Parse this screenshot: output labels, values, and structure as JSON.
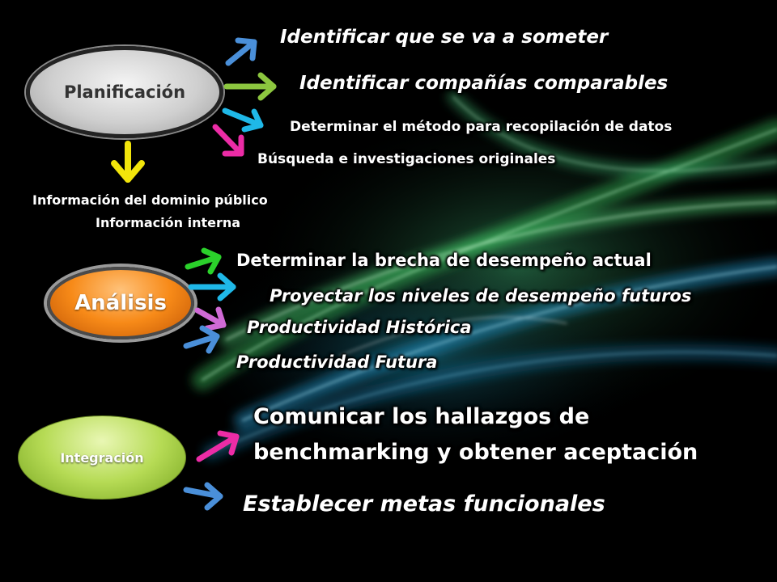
{
  "stages": {
    "planning": {
      "label": "Planificación",
      "steps": [
        "Identificar que se va a someter",
        "Identificar compañías comparables",
        "Determinar el método para recopilación de datos",
        "Búsqueda e investigaciones originales"
      ],
      "sources": [
        "Información del dominio público",
        "Información interna"
      ]
    },
    "analysis": {
      "label": "Análisis",
      "steps": [
        "Determinar la brecha de desempeño actual",
        "Proyectar los niveles de desempeño futuros",
        "Productividad Histórica",
        "Productividad Futura"
      ]
    },
    "integration": {
      "label": "Integración",
      "steps": [
        "Comunicar los hallazgos de",
        "benchmarking y obtener aceptación",
        "Establecer metas funcionales"
      ]
    }
  },
  "colors": {
    "arrow_blue": "#4a8fd9",
    "arrow_green": "#8cc63f",
    "arrow_cyan": "#1fb8e8",
    "arrow_magenta": "#ec2ca6",
    "arrow_yellow": "#f2e50b",
    "arrow_lime": "#2bd12b",
    "arrow_pink": "#d06ad6",
    "badge_orange": "#f78a18",
    "badge_green": "#b6db55"
  }
}
